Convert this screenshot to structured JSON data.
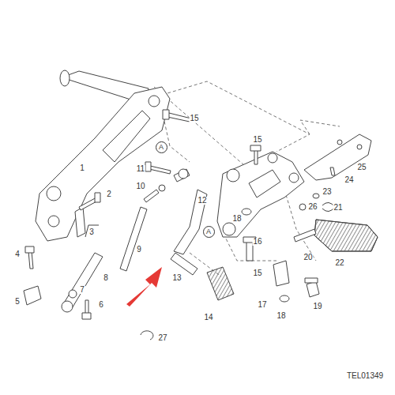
{
  "diagram": {
    "nodes": [
      {
        "text": [
          "A"
        ]
      },
      {
        "text": [
          "A"
        ]
      }
    ],
    "labels": [
      "15",
      "1",
      "11",
      "10",
      "2",
      "12",
      "3",
      "9",
      "4",
      "8",
      "7",
      "5",
      "6",
      "13",
      "14",
      "27",
      "15",
      "26",
      "18",
      "16",
      "25",
      "24",
      "23",
      "21",
      "15",
      "20",
      "22",
      "17",
      "18",
      "19",
      "TEL01349"
    ]
  }
}
